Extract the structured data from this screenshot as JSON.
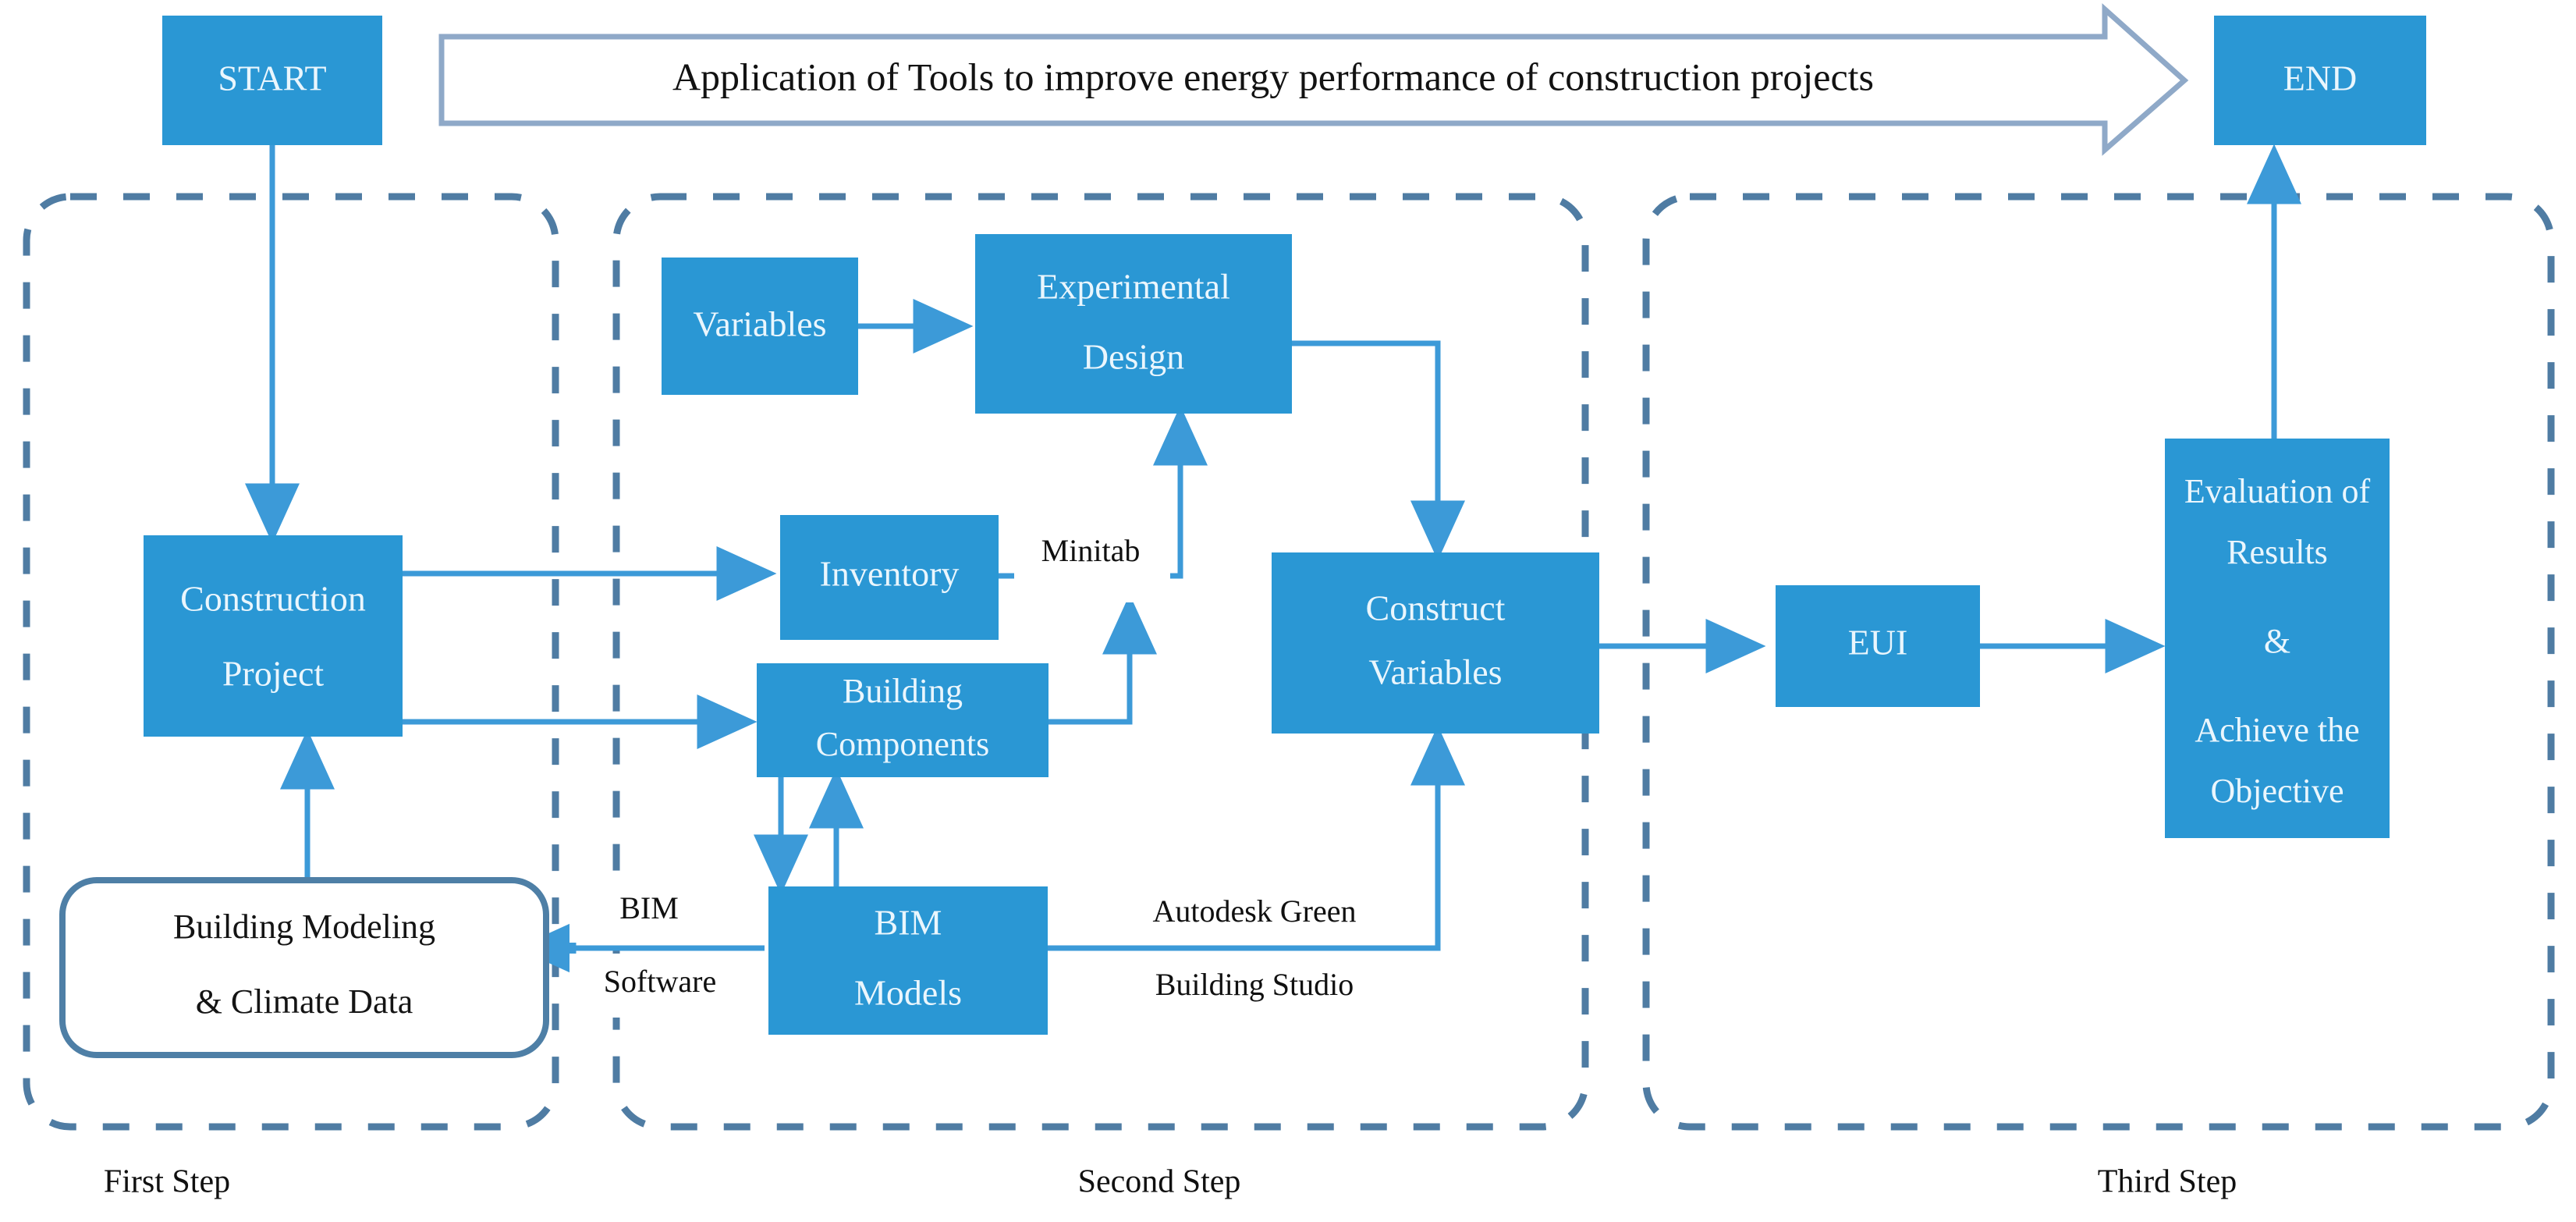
{
  "diagram": {
    "title_banner": {
      "text": "Application of Tools to improve energy performance of construction projects",
      "shape": "right-arrow-banner",
      "fill": "#ffffff",
      "stroke": "#8fa9c8"
    },
    "colors": {
      "node_fill": "#2a97d4",
      "node_text": "#eaf6fd",
      "connector": "#3c9ad8",
      "dashed_group": "#4f7ca3",
      "label_text": "#101010",
      "rounded_box_stroke": "#4e7fa6",
      "page_background": "#ffffff"
    },
    "terminators": [
      {
        "id": "start",
        "label": "START"
      },
      {
        "id": "end",
        "label": "END"
      }
    ],
    "groups": [
      {
        "id": "group-first",
        "label": "First Step"
      },
      {
        "id": "group-second",
        "label": "Second Step"
      },
      {
        "id": "group-third",
        "label": "Third Step"
      }
    ],
    "nodes": [
      {
        "id": "construction-project",
        "group": "group-first",
        "lines": [
          "Construction",
          "Project"
        ],
        "style": "filled"
      },
      {
        "id": "building-modeling",
        "group": "group-first",
        "lines": [
          "Building Modeling",
          "& Climate Data"
        ],
        "style": "rounded-outline"
      },
      {
        "id": "variables",
        "group": "group-second",
        "lines": [
          "Variables"
        ],
        "style": "filled"
      },
      {
        "id": "experimental-design",
        "group": "group-second",
        "lines": [
          "Experimental",
          "Design"
        ],
        "style": "filled"
      },
      {
        "id": "inventory",
        "group": "group-second",
        "lines": [
          "Inventory"
        ],
        "style": "filled"
      },
      {
        "id": "building-components",
        "group": "group-second",
        "lines": [
          "Building",
          "Components"
        ],
        "style": "filled"
      },
      {
        "id": "bim-models",
        "group": "group-second",
        "lines": [
          "BIM",
          "Models"
        ],
        "style": "filled"
      },
      {
        "id": "construct-variables",
        "group": "group-second",
        "lines": [
          "Construct",
          "Variables"
        ],
        "style": "filled"
      },
      {
        "id": "eui",
        "group": "group-third",
        "lines": [
          "EUI"
        ],
        "style": "filled"
      },
      {
        "id": "evaluation-results",
        "group": "group-third",
        "lines": [
          "Evaluation of",
          "Results",
          "&",
          "Achieve the",
          "Objective"
        ],
        "style": "filled"
      }
    ],
    "node_labels": {
      "start": "START",
      "end": "END",
      "construction_project_l1": "Construction",
      "construction_project_l2": "Project",
      "building_modeling_l1": "Building Modeling",
      "building_modeling_l2": "& Climate Data",
      "variables": "Variables",
      "experimental_design_l1": "Experimental",
      "experimental_design_l2": "Design",
      "inventory": "Inventory",
      "building_components_l1": "Building",
      "building_components_l2": "Components",
      "bim_models_l1": "BIM",
      "bim_models_l2": "Models",
      "construct_variables_l1": "Construct",
      "construct_variables_l2": "Variables",
      "eui": "EUI",
      "evaluation_l1": "Evaluation of",
      "evaluation_l2": "Results",
      "evaluation_l3": "&",
      "evaluation_l4": "Achieve the",
      "evaluation_l5": "Objective"
    },
    "edge_labels": {
      "minitab": "Minitab",
      "bim_software_l1": "BIM",
      "bim_software_l2": "Software",
      "autodesk_l1": "Autodesk Green",
      "autodesk_l2": "Building Studio"
    },
    "group_labels": {
      "first": "First Step",
      "second": "Second Step",
      "third": "Third Step"
    },
    "edges": [
      {
        "from": "start",
        "to": "construction-project",
        "arrow": true
      },
      {
        "from": "construction-project",
        "to": "inventory",
        "arrow": true
      },
      {
        "from": "construction-project",
        "to": "building-components",
        "arrow": true
      },
      {
        "from": "building-modeling",
        "to": "construction-project",
        "arrow": true
      },
      {
        "from": "variables",
        "to": "experimental-design",
        "arrow": true
      },
      {
        "from": "inventory",
        "to": "experimental-design",
        "arrow": true,
        "label": "Minitab"
      },
      {
        "from": "building-components",
        "to": "inventory-minitab-junction",
        "arrow": true,
        "label": "Minitab"
      },
      {
        "from": "building-components",
        "to": "bim-models",
        "arrow": true
      },
      {
        "from": "bim-models",
        "to": "building-components",
        "arrow": true
      },
      {
        "from": "bim-models",
        "to": "building-modeling",
        "arrow": true,
        "label": "BIM Software"
      },
      {
        "from": "bim-models",
        "to": "construct-variables",
        "arrow": true,
        "label": "Autodesk Green Building Studio"
      },
      {
        "from": "experimental-design",
        "to": "construct-variables",
        "arrow": true
      },
      {
        "from": "construct-variables",
        "to": "eui",
        "arrow": true
      },
      {
        "from": "eui",
        "to": "evaluation-results",
        "arrow": true
      },
      {
        "from": "evaluation-results",
        "to": "end",
        "arrow": true
      }
    ]
  }
}
